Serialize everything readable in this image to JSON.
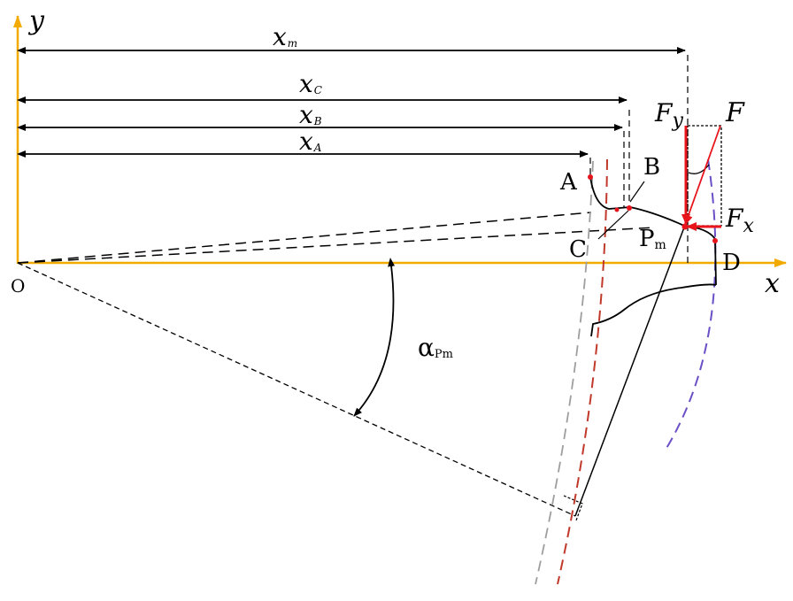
{
  "labels": {
    "y_axis": "y",
    "x_axis": "x",
    "origin": "O",
    "xm": "xm",
    "xc": "xC",
    "xb": "xB",
    "xa": "xA",
    "A": "A",
    "B": "B",
    "C": "C",
    "D": "D",
    "Pm": "Pm",
    "F": "F",
    "Fy": "Fy",
    "Fx": "Fx",
    "alpha": "αPm"
  },
  "colors": {
    "axis": "#f2a900",
    "force": "#e8141c",
    "red_dashed": "#c0392b",
    "gray_dashed": "#9e9e9e",
    "purple_dashed": "#6a4fc7",
    "line": "#000000"
  }
}
